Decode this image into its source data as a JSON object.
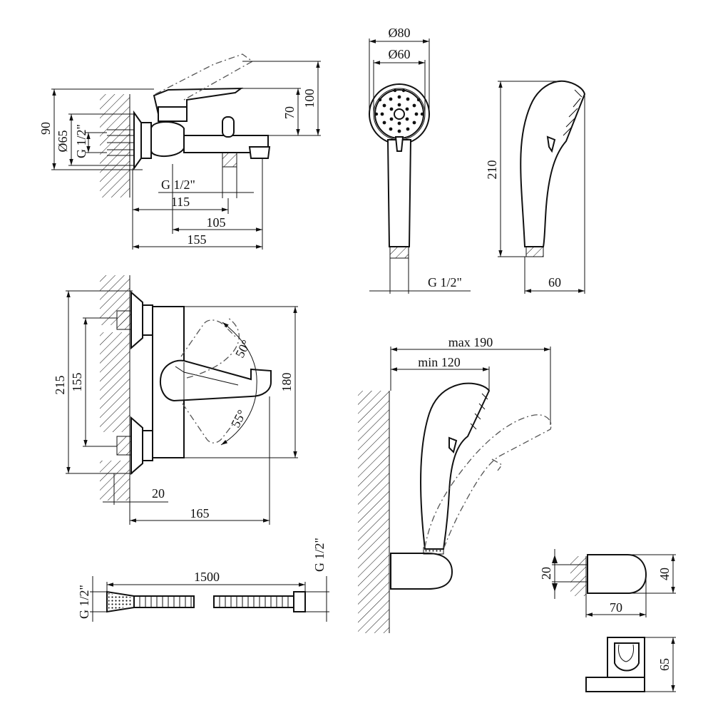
{
  "title": "",
  "views": {
    "mixer_side": {
      "dim_90": "90",
      "dim_d65": "Ø65",
      "dim_g12": "G 1/2\"",
      "dim_g12_outlet": "G 1/2\"",
      "dim_115": "115",
      "dim_105": "105",
      "dim_155": "155",
      "dim_70": "70",
      "dim_100": "100"
    },
    "handshower_front": {
      "dim_d80": "Ø80",
      "dim_d60": "Ø60",
      "dim_g12": "G 1/2\""
    },
    "handshower_side": {
      "dim_210": "210",
      "dim_60": "60"
    },
    "mixer_top": {
      "dim_215": "215",
      "dim_155": "155",
      "dim_180": "180",
      "dim_20": "20",
      "dim_165": "165",
      "angle_50": "50°",
      "angle_55": "55°"
    },
    "holder_side": {
      "dim_max190": "max 190",
      "dim_min120": "min 120"
    },
    "hose": {
      "dim_1500": "1500",
      "dim_g12_left": "G 1/2\"",
      "dim_g12_right": "G 1/2\""
    },
    "bracket": {
      "dim_20": "20",
      "dim_40": "40",
      "dim_70": "70",
      "dim_65": "65"
    }
  }
}
